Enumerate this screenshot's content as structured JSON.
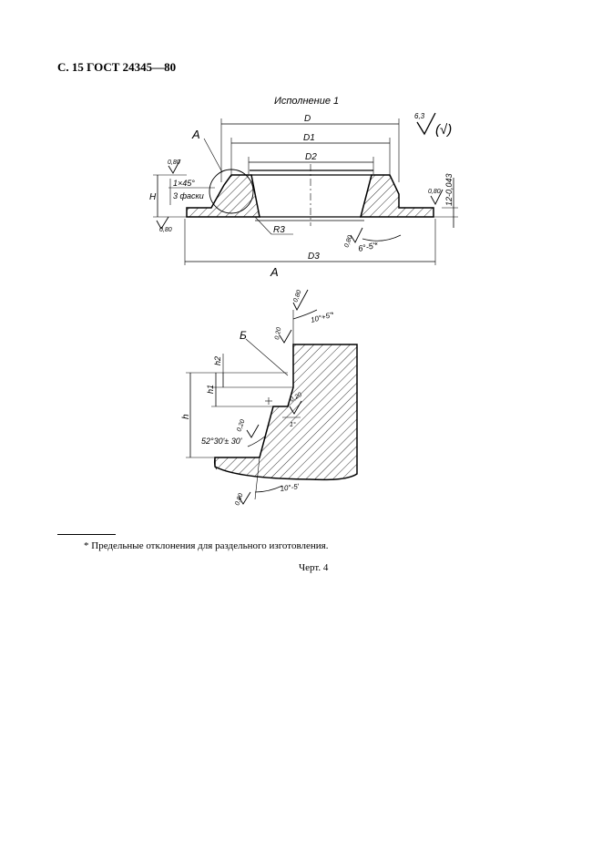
{
  "page": {
    "header": "С. 15 ГОСТ 24345—80",
    "footnote": "* Предельные отклонения для раздельного изготовления.",
    "caption": "Черт. 4"
  },
  "figure_top": {
    "title": "Исполнение 1",
    "roughness_symbol": "6,3",
    "roughness_paren": "(√)",
    "detail_label": "А",
    "dim_D": "D",
    "dim_D1": "D1",
    "dim_D2": "D2",
    "dim_D3": "D3",
    "dim_H": "H",
    "chamfer_note": "1×45°",
    "chamfer_count": "3 фаски",
    "radius": "R3",
    "angle": "6°-5'*",
    "thickness": "12-0,043",
    "rough_080_a": "0,80",
    "rough_080_b": "0,80",
    "rough_080_c": "0,80",
    "rough_080_d": "0,80",
    "view_label": "А"
  },
  "figure_detail": {
    "label_b": "Б",
    "dim_h": "h",
    "dim_h1": "h1",
    "dim_h2": "h2",
    "angle_top": "10°+5'*",
    "angle_side": "52°30'± 30'",
    "angle_bottom": "10°-5'",
    "angle_small": "1°",
    "rough_080_top": "0,80",
    "rough_020_a": "0,20",
    "rough_020_b": "0,20",
    "rough_020_c": "0,20",
    "rough_080_bottom": "0,80"
  }
}
